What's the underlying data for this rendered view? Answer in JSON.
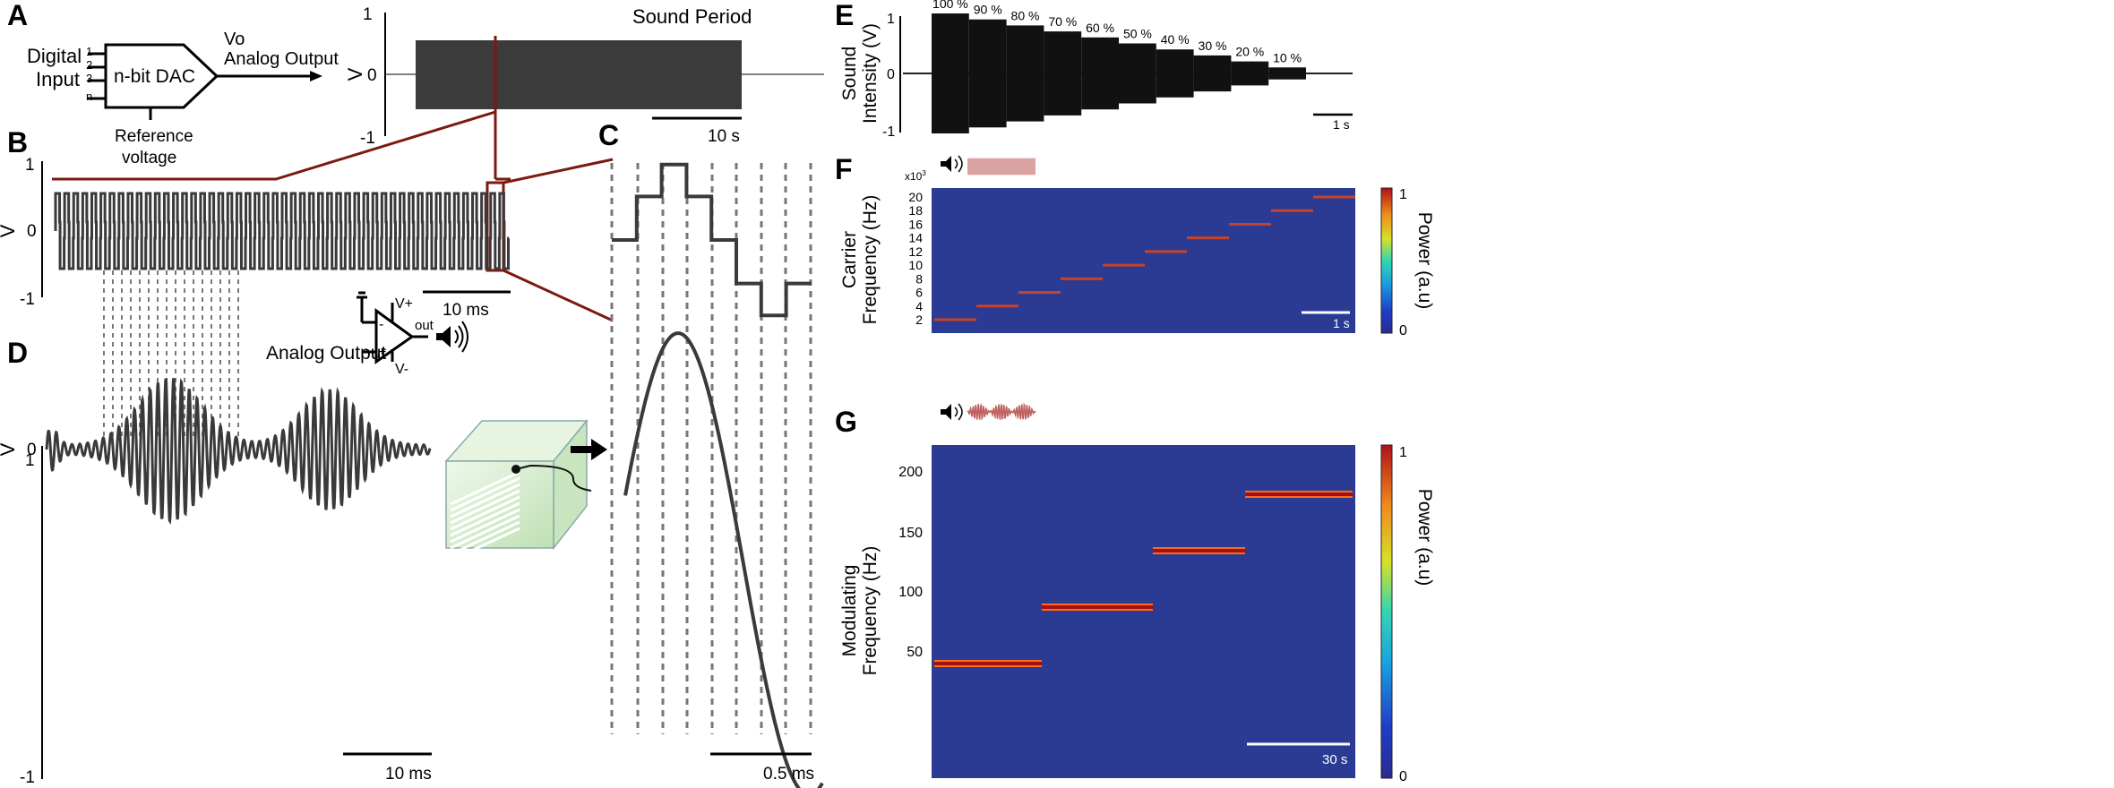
{
  "panel_letters": {
    "a": "A",
    "b": "B",
    "c": "C",
    "d": "D",
    "e": "E",
    "f": "F",
    "g": "G"
  },
  "colors": {
    "trace": "#3a3a3a",
    "block": "#3b3b3b",
    "zoom": "#7a1a10",
    "spectro_bg": "#2b3a93",
    "band": "#c8432a",
    "chamber": "#d6ecd0"
  },
  "dac": {
    "title": "n-bit DAC",
    "input_line1": "Digital",
    "input_line2": "Input",
    "pins": [
      "1",
      "2",
      "3",
      "n"
    ],
    "out_line1": "Vo",
    "out_line2": "Analog Output",
    "ref_line1": "Reference",
    "ref_line2": "voltage"
  },
  "panel_a_plot": {
    "title": "Sound Period",
    "yticks": [
      "1",
      "0",
      "-1"
    ],
    "ylabel": "V",
    "scalebar": "10 s"
  },
  "panel_b": {
    "yticks": [
      "1",
      "0",
      "-1"
    ],
    "ylabel": "V",
    "scalebar": "10 ms"
  },
  "panel_c": {
    "scalebar": "0.5 ms",
    "dac_levels": [
      0.0,
      0.45,
      0.78,
      0.45,
      0.0,
      -0.45,
      -0.78,
      -0.45
    ]
  },
  "panel_d": {
    "yticks": [
      "1",
      "0",
      "-1"
    ],
    "ylabel": "V",
    "scalebar": "10 ms",
    "amp_label": "Analog Output",
    "pin_vplus": "V+",
    "pin_vminus": "V-",
    "pin_out": "out",
    "pin_minus": "-",
    "pin_plus": "+"
  },
  "panel_e": {
    "ylabel1": "Sound",
    "ylabel2": "Intensity (V)",
    "yticks": [
      "1",
      "0",
      "-1"
    ],
    "scalebar": "1 s",
    "levels": [
      "100 %",
      "90 %",
      "80 %",
      "70 %",
      "60 %",
      "50 %",
      "40 %",
      "30 %",
      "20 %",
      "10 %"
    ],
    "amplitudes": [
      1.0,
      0.9,
      0.8,
      0.7,
      0.6,
      0.5,
      0.4,
      0.3,
      0.2,
      0.1
    ]
  },
  "panel_f": {
    "ylabel1": "Carrier",
    "ylabel2": "Frequency (Hz)",
    "exponent": "x10",
    "exponent_sup": "3",
    "yticks": [
      "20",
      "18",
      "16",
      "14",
      "12",
      "10",
      "8",
      "6",
      "4",
      "2"
    ],
    "carriers": [
      2,
      4,
      6,
      8,
      10,
      12,
      14,
      16,
      18,
      20
    ],
    "scalebar": "1 s",
    "colorbar_label": "Power (a.u)",
    "colorbar_ticks": [
      "1",
      "0"
    ]
  },
  "panel_g": {
    "ylabel1": "Modulating",
    "ylabel2": "Frequency (Hz)",
    "yticks": [
      "200",
      "150",
      "100",
      "50"
    ],
    "modulations": [
      50,
      100,
      150,
      200
    ],
    "scalebar": "30 s",
    "colorbar_label": "Power (a.u)",
    "colorbar_ticks": [
      "1",
      "0"
    ]
  }
}
